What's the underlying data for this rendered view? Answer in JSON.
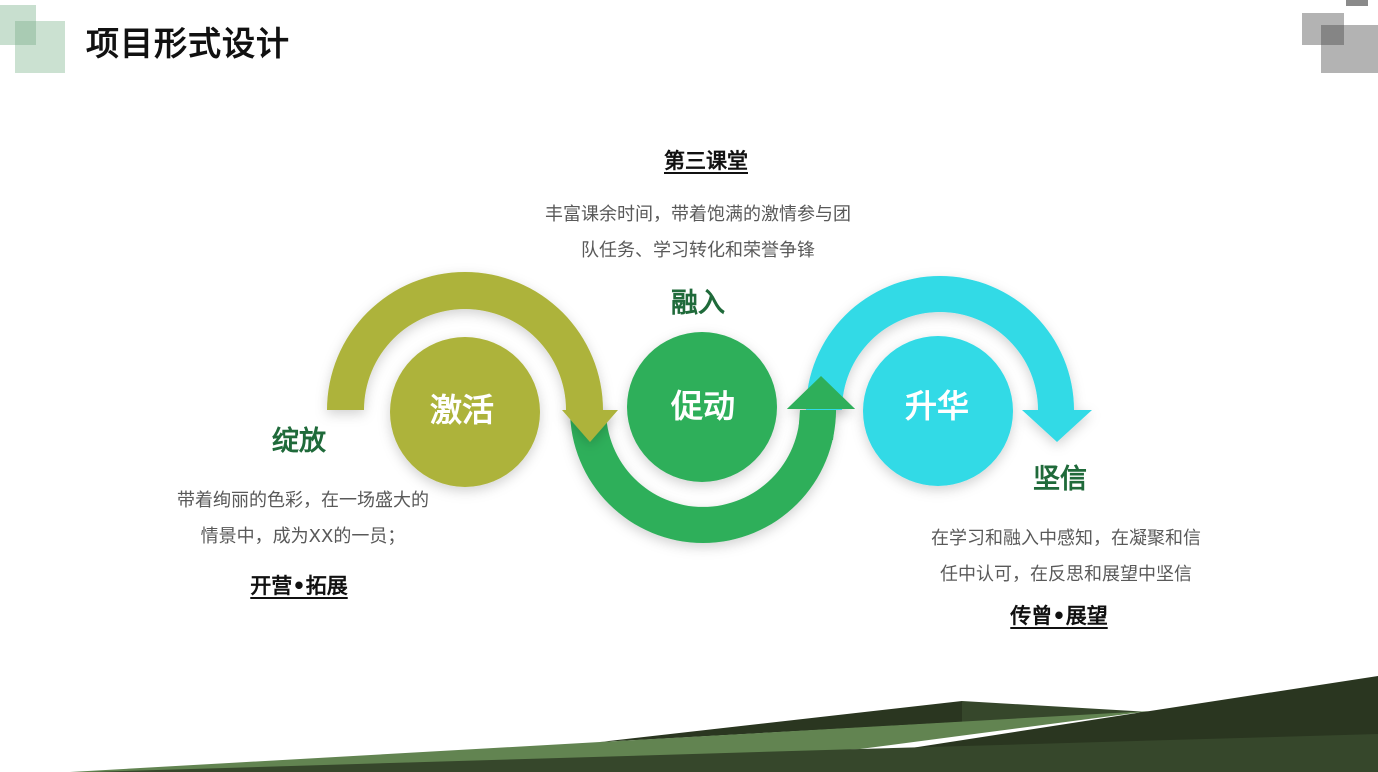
{
  "header": {
    "title": "项目形式设计"
  },
  "colors": {
    "olive": "#adb33a",
    "green": "#2eaf5a",
    "cyan": "#30dae6",
    "label_green": "#1f6a3a",
    "body_text": "#595959",
    "footer_dark": "#2a3620",
    "footer_mid": "#36472b",
    "footer_light": "#628451",
    "deco_green": "#c8dfcf",
    "deco_gray": "#b3b3b3"
  },
  "stages": [
    {
      "circle_label": "激活",
      "stage_label": "绽放",
      "heading": "开营•拓展",
      "description_lines": [
        "带着绚丽的色彩，在一场盛大的",
        "情景中，成为XX的一员；"
      ]
    },
    {
      "circle_label": "促动",
      "stage_label": "融入",
      "heading": "第三课堂",
      "description_lines": [
        "丰富课余时间，带着饱满的激情参与团",
        "队任务、学习转化和荣誉争锋"
      ]
    },
    {
      "circle_label": "升华",
      "stage_label": "坚信",
      "heading": "传曾•展望",
      "description_lines": [
        "在学习和融入中感知，在凝聚和信",
        "任中认可，在反思和展望中坚信"
      ]
    }
  ]
}
